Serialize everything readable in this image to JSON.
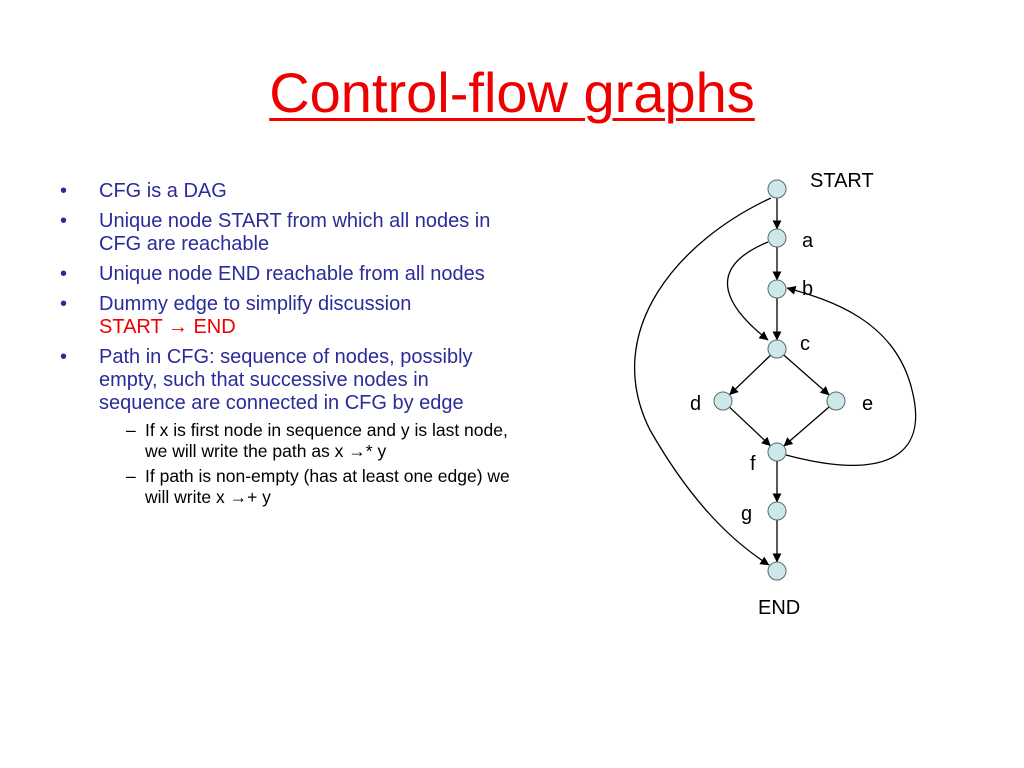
{
  "slide": {
    "title": "Control-flow graphs",
    "title_color": "#ee0000",
    "body_color": "#2b2b9a",
    "highlight_color": "#ee0000"
  },
  "bullets": [
    {
      "marker": "•",
      "text": "CFG is a DAG"
    },
    {
      "marker": "•",
      "text": "Unique node START from which all nodes in CFG are reachable"
    },
    {
      "marker": "•",
      "text": "Unique node END reachable from all nodes"
    },
    {
      "marker": "•",
      "text": "Dummy edge to simplify discussion",
      "highlight": "START → END"
    },
    {
      "marker": "•",
      "text": "Path in CFG: sequence of nodes, possibly empty, such that successive nodes in sequence are connected in CFG by edge"
    }
  ],
  "sub_bullets": [
    {
      "marker": "–",
      "text": "If x is first node in sequence and y is last node, we will write the path as x →* y"
    },
    {
      "marker": "–",
      "text": "If path is non-empty (has at least one edge) we will write x →+ y"
    }
  ],
  "graph": {
    "nodes": [
      {
        "id": "start",
        "label": "START"
      },
      {
        "id": "a",
        "label": "a"
      },
      {
        "id": "b",
        "label": "b"
      },
      {
        "id": "c",
        "label": "c"
      },
      {
        "id": "d",
        "label": "d"
      },
      {
        "id": "e",
        "label": "e"
      },
      {
        "id": "f",
        "label": "f"
      },
      {
        "id": "g",
        "label": "g"
      },
      {
        "id": "end",
        "label": "END"
      }
    ],
    "edges": [
      {
        "from": "start",
        "to": "a"
      },
      {
        "from": "a",
        "to": "b"
      },
      {
        "from": "b",
        "to": "c"
      },
      {
        "from": "a",
        "to": "c"
      },
      {
        "from": "c",
        "to": "d"
      },
      {
        "from": "c",
        "to": "e"
      },
      {
        "from": "d",
        "to": "f"
      },
      {
        "from": "e",
        "to": "f"
      },
      {
        "from": "f",
        "to": "b"
      },
      {
        "from": "f",
        "to": "g"
      },
      {
        "from": "g",
        "to": "end"
      },
      {
        "from": "start",
        "to": "end"
      }
    ]
  }
}
